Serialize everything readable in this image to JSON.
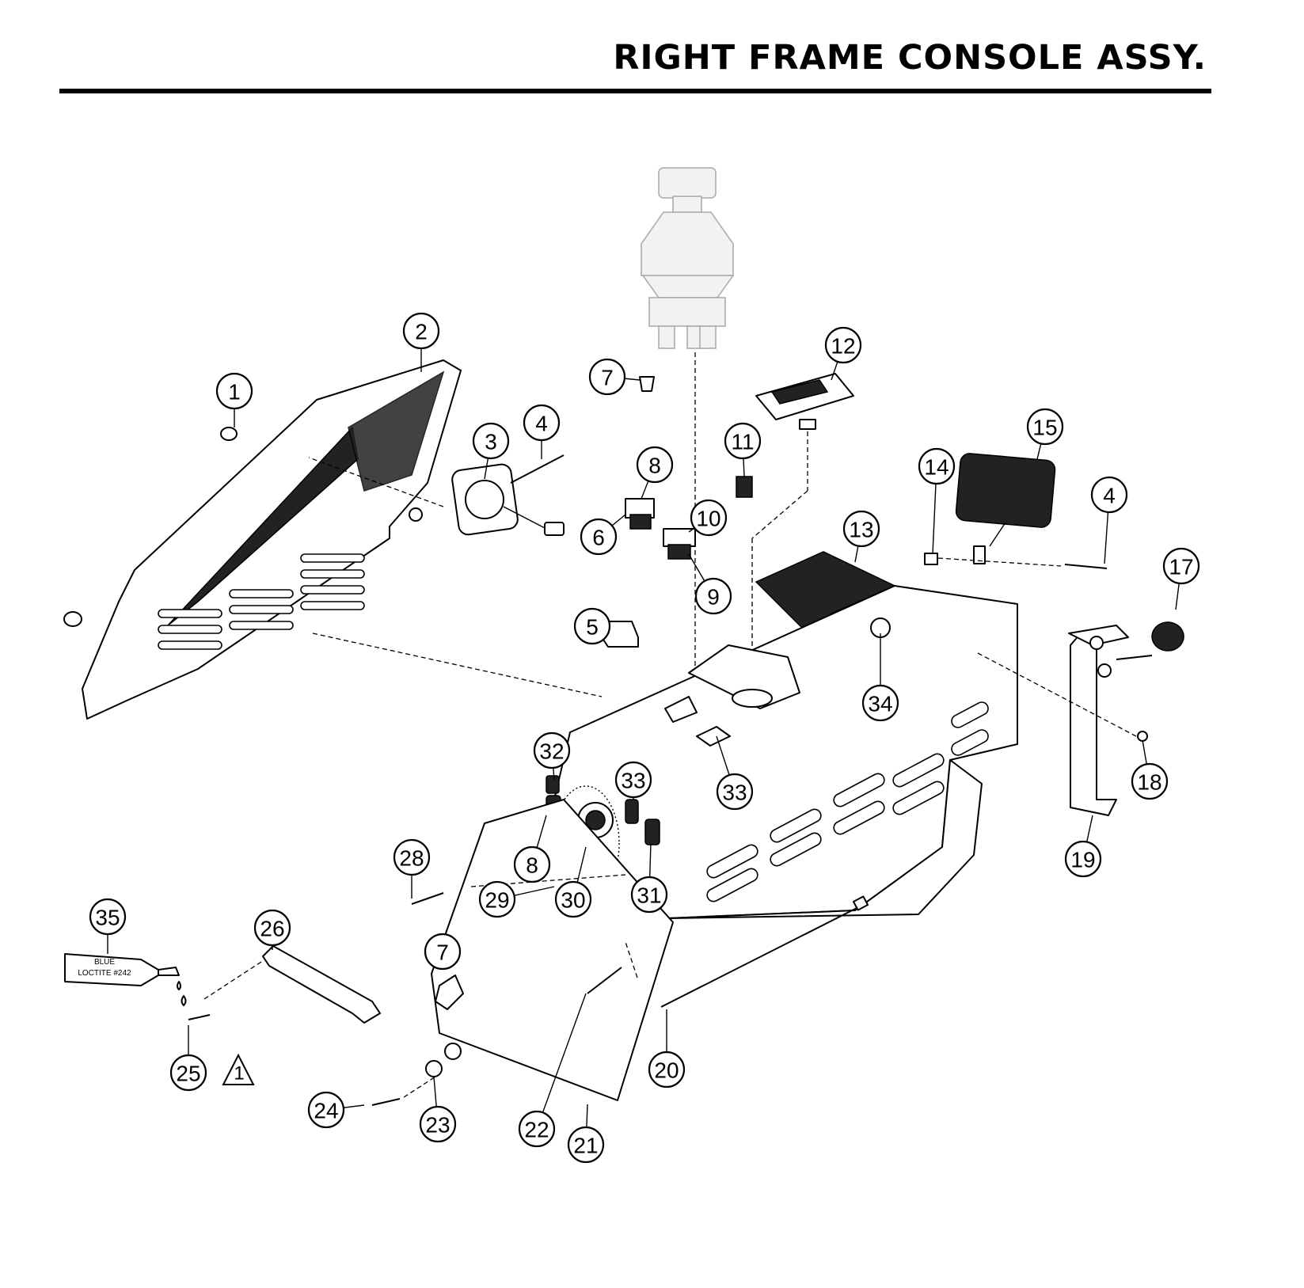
{
  "title": "RIGHT FRAME CONSOLE ASSY.",
  "callouts": [
    {
      "label": "1"
    },
    {
      "label": "2"
    },
    {
      "label": "3"
    },
    {
      "label": "4"
    },
    {
      "label": "4"
    },
    {
      "label": "5"
    },
    {
      "label": "6"
    },
    {
      "label": "7"
    },
    {
      "label": "7"
    },
    {
      "label": "8"
    },
    {
      "label": "8"
    },
    {
      "label": "9"
    },
    {
      "label": "10"
    },
    {
      "label": "11"
    },
    {
      "label": "12"
    },
    {
      "label": "13"
    },
    {
      "label": "14"
    },
    {
      "label": "15"
    },
    {
      "label": "17"
    },
    {
      "label": "18"
    },
    {
      "label": "19"
    },
    {
      "label": "20"
    },
    {
      "label": "21"
    },
    {
      "label": "22"
    },
    {
      "label": "23"
    },
    {
      "label": "24"
    },
    {
      "label": "25"
    },
    {
      "label": "26"
    },
    {
      "label": "28"
    },
    {
      "label": "29"
    },
    {
      "label": "30"
    },
    {
      "label": "31"
    },
    {
      "label": "32"
    },
    {
      "label": "33"
    },
    {
      "label": "33"
    },
    {
      "label": "34"
    },
    {
      "label": "35"
    }
  ],
  "loctite_tube": {
    "line1": "BLUE",
    "line2": "LOCTITE #242"
  },
  "note_flag": {
    "label": "1"
  }
}
